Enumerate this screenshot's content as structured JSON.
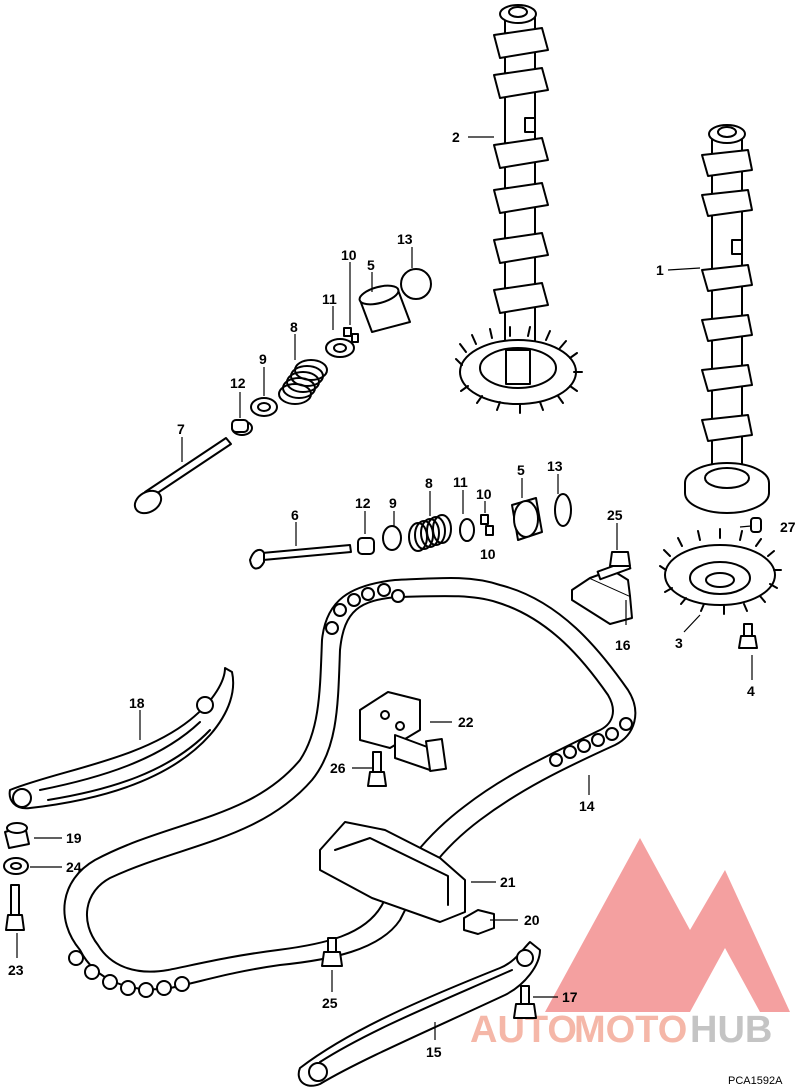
{
  "callouts": {
    "c1": "1",
    "c2": "2",
    "c3": "3",
    "c4": "4",
    "c5a": "5",
    "c5b": "5",
    "c6": "6",
    "c7": "7",
    "c8a": "8",
    "c8b": "8",
    "c9a": "9",
    "c9b": "9",
    "c10a": "10",
    "c10b": "10",
    "c10c": "10",
    "c11a": "11",
    "c11b": "11",
    "c12a": "12",
    "c12b": "12",
    "c13a": "13",
    "c13b": "13",
    "c14": "14",
    "c15": "15",
    "c16": "16",
    "c17": "17",
    "c18": "18",
    "c19": "19",
    "c20": "20",
    "c21": "21",
    "c22": "22",
    "c23": "23",
    "c24": "24",
    "c25a": "25",
    "c25b": "25",
    "c26": "26",
    "c27": "27"
  },
  "figure_code": "PCA1592A",
  "watermark": {
    "part1": "AUTO",
    "part2": "MOTO",
    "part3": "HUB",
    "color_accent": "#f5b7a8",
    "color_gray": "#c4c4c4",
    "color_triangle": "#f08080"
  }
}
